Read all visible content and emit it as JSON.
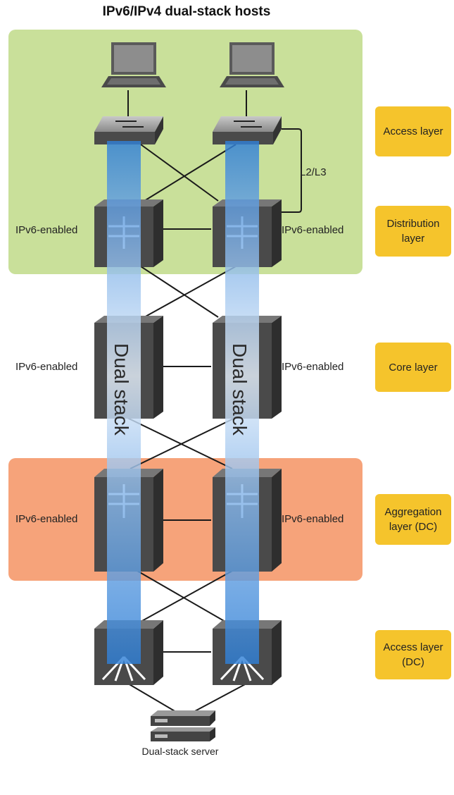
{
  "title": "IPv6/IPv4 dual-stack hosts",
  "layers": {
    "access": "Access layer",
    "distribution": "Distribution layer",
    "core": "Core layer",
    "aggregation": "Aggregation layer (DC)",
    "access_dc": "Access layer (DC)"
  },
  "labels": {
    "ipv6_enabled": "IPv6-enabled",
    "l2l3": "L2/L3",
    "dual_stack": "Dual stack",
    "server": "Dual-stack server"
  },
  "colors": {
    "access_zone": "#c9e09a",
    "dc_zone": "#f6a37a",
    "layer_tag": "#f5c42c",
    "dual_stack_band": "#4a8ed8",
    "device": "#4a4a4a"
  }
}
